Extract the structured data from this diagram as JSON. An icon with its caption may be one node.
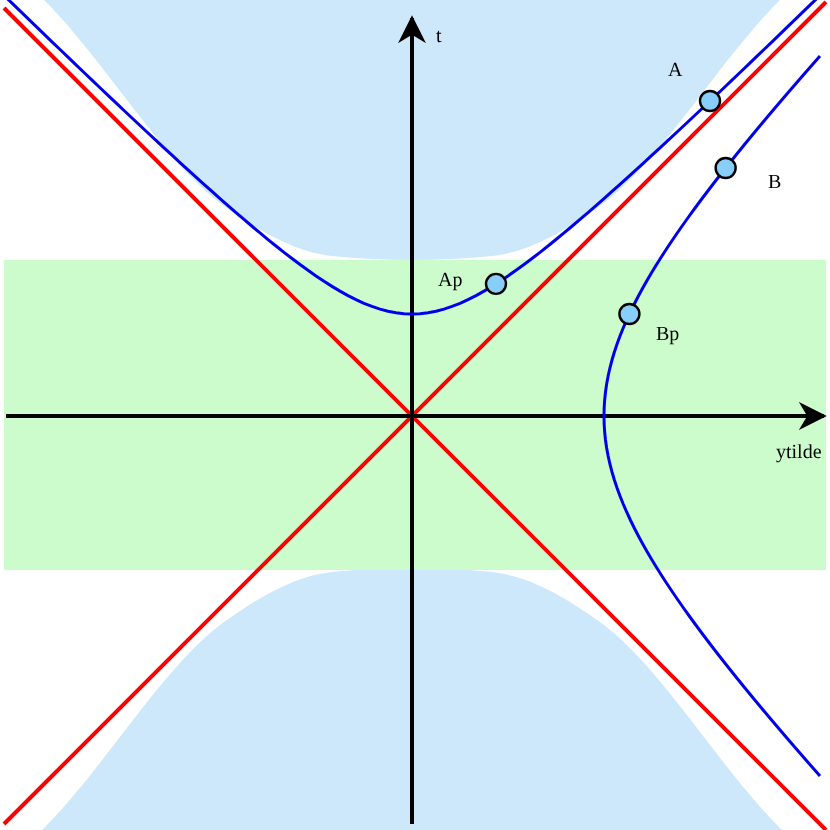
{
  "diagram": {
    "labels": [
      "t",
      "A",
      "B",
      "Ap",
      "Bp",
      "ytilde"
    ]
  }
}
